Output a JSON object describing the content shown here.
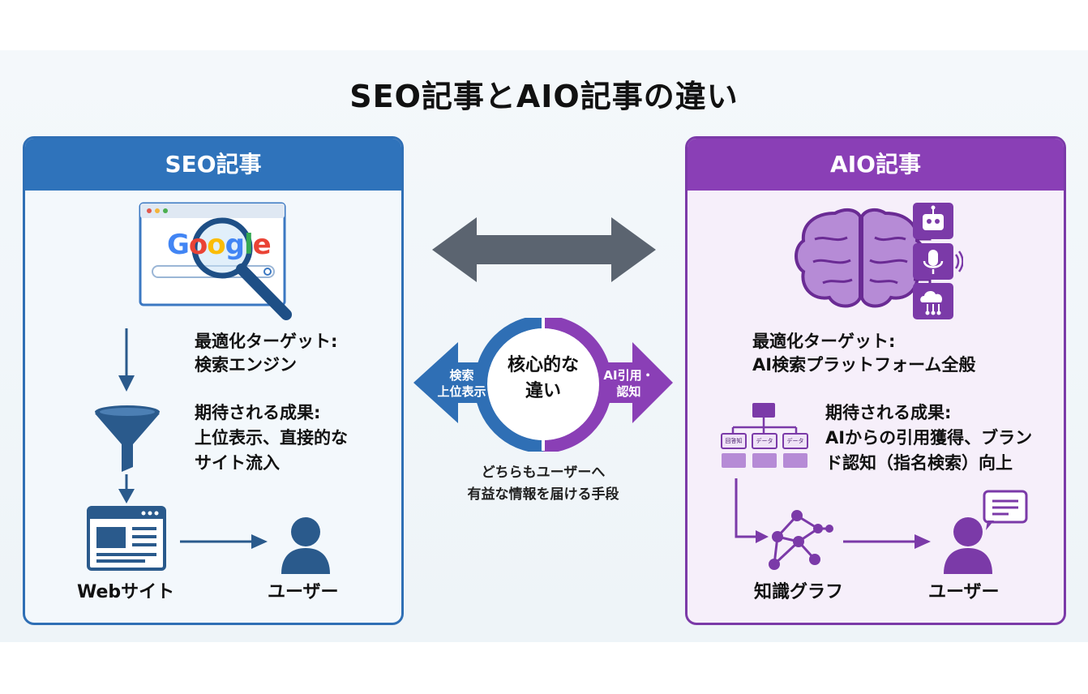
{
  "title": "SEO記事とAIO記事の違い",
  "seo": {
    "header": "SEO記事",
    "target_label": "最適化ターゲット:",
    "target_value": "検索エンジン",
    "result_label": "期待される成果:",
    "result_line1": "上位表示、直接的な",
    "result_line2": "サイト流入",
    "website_label": "Webサイト",
    "user_label": "ユーザー",
    "logo_text": "Google"
  },
  "aio": {
    "header": "AIO記事",
    "target_label": "最適化ターゲット:",
    "target_value": "AI検索プラットフォーム全般",
    "result_label": "期待される成果:",
    "result_line1": "AIからの引用獲得、ブラン",
    "result_line2": "ド認知（指名検索）向上",
    "graph_label": "知識グラフ",
    "user_label": "ユーザー",
    "org_box1": "回答知",
    "org_box2": "データ",
    "org_box3": "データ"
  },
  "center": {
    "core_line1": "核心的な",
    "core_line2": "違い",
    "left_arrow_line1": "検索",
    "left_arrow_line2": "上位表示",
    "right_arrow_line1": "AI引用・",
    "right_arrow_line2": "認知",
    "note_line1": "どちらもユーザーへ",
    "note_line2": "有益な情報を届ける手段"
  },
  "colors": {
    "seo_blue": "#2f73bb",
    "aio_purple": "#8a3fb6",
    "dark_blue": "#2a5a8c",
    "arrow_gray": "#5b6470"
  }
}
